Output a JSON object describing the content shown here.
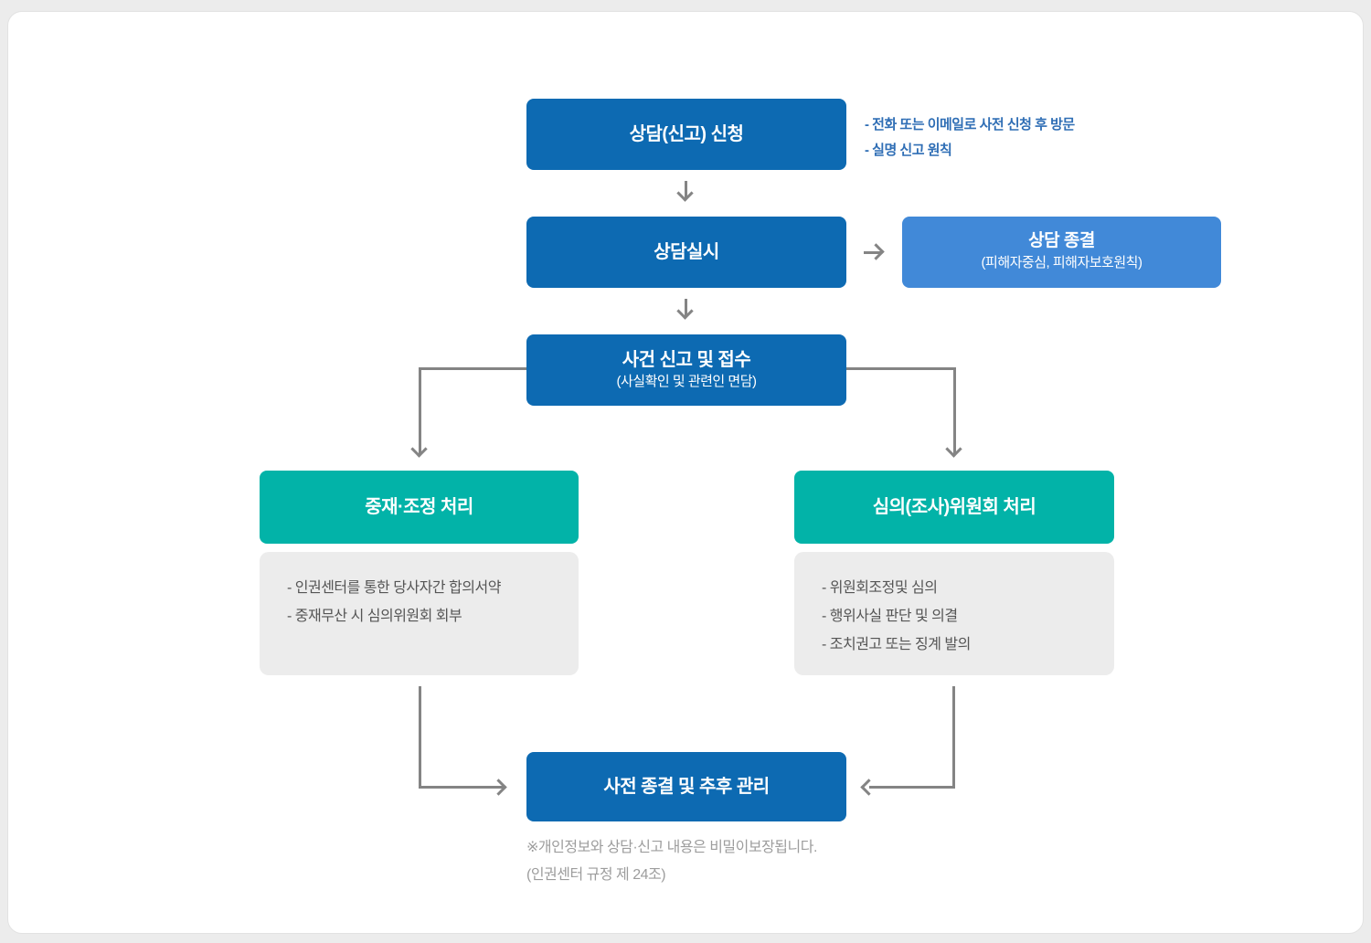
{
  "colors": {
    "primary_blue": "#0d6ab2",
    "light_blue": "#4189d8",
    "teal": "#02b3a8",
    "gray_box": "#ececec",
    "line_gray": "#848484",
    "note_blue": "#2f6eb5",
    "footnote_gray": "#9d9d9d"
  },
  "flow": {
    "step1": {
      "label": "상담(신고) 신청",
      "notes": [
        "- 전화 또는 이메일로 사전 신청 후 방문",
        "- 실명 신고 원칙"
      ]
    },
    "step2": {
      "label": "상담실시"
    },
    "side_end": {
      "title": "상담 종결",
      "subtitle": "(피해자중심, 피해자보호원칙)"
    },
    "step3": {
      "title": "사건 신고 및 접수",
      "subtitle": "(사실확인 및 관련인 면담)"
    },
    "branch_left": {
      "title": "중재·조정 처리",
      "items": [
        "- 인권센터를 통한 당사자간 합의서약",
        "- 중재무산 시 심의위원회 회부"
      ]
    },
    "branch_right": {
      "title": "심의(조사)위원회 처리",
      "items": [
        "- 위원회조정및 심의",
        "- 행위사실 판단 및 의결",
        "- 조치권고 또는 징계 발의"
      ]
    },
    "final": {
      "label": "사전 종결 및 추후 관리"
    },
    "footnote": [
      "※개인정보와 상담·신고 내용은 비밀이보장됩니다.",
      "(인권센터 규정 제 24조)"
    ]
  }
}
